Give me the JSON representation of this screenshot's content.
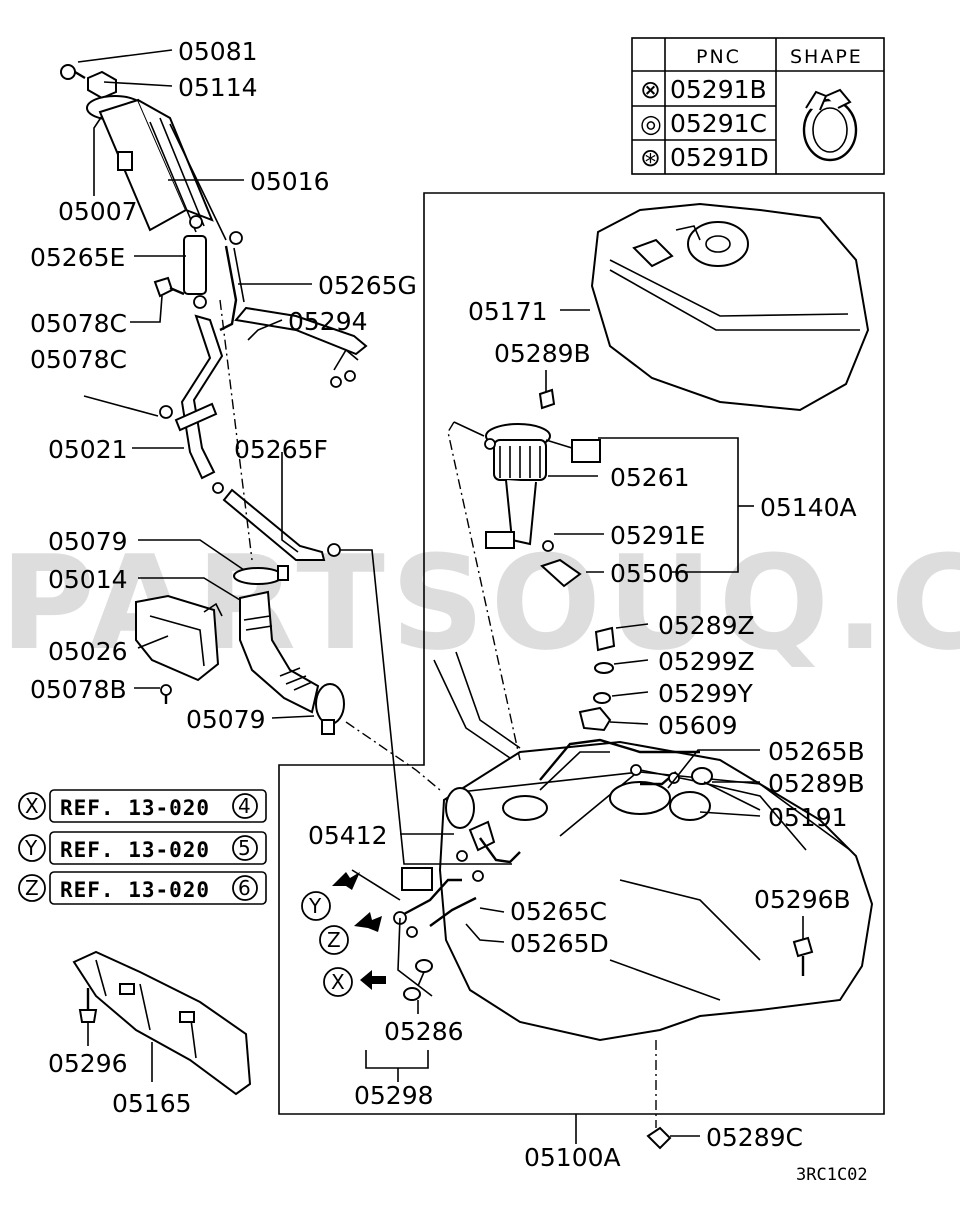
{
  "watermark": "PARTSOUQ.COM",
  "drawing_code": "3RC1C02",
  "shape_table": {
    "header_pnc": "PNC",
    "header_shape": "SHAPE",
    "rows": [
      {
        "symbol": "⊗",
        "pnc": "05291B"
      },
      {
        "symbol": "◎",
        "pnc": "05291C"
      },
      {
        "symbol": "⊛",
        "pnc": "05291D"
      }
    ]
  },
  "refs": [
    {
      "letter": "X",
      "text": "REF. 13-020",
      "num": "4"
    },
    {
      "letter": "Y",
      "text": "REF. 13-020",
      "num": "5"
    },
    {
      "letter": "Z",
      "text": "REF. 13-020",
      "num": "6"
    }
  ],
  "arrow_letters": [
    "Y",
    "Z",
    "X"
  ],
  "labels": {
    "l05081": "05081",
    "l05114": "05114",
    "l05007": "05007",
    "l05016": "05016",
    "l05265E": "05265E",
    "l05265G": "05265G",
    "l05078C_a": "05078C",
    "l05294": "05294",
    "l05078C_b": "05078C",
    "l05021": "05021",
    "l05265F": "05265F",
    "l05079_a": "05079",
    "l05014": "05014",
    "l05026": "05026",
    "l05078B": "05078B",
    "l05079_b": "05079",
    "l05171": "05171",
    "l05289B_a": "05289B",
    "l05261": "05261",
    "l05140A": "05140A",
    "l05291E": "05291E",
    "l05506": "05506",
    "l05289Z": "05289Z",
    "l05299Z": "05299Z",
    "l05299Y": "05299Y",
    "l05609": "05609",
    "l05265B": "05265B",
    "l05289B_b": "05289B",
    "l05191": "05191",
    "l05412": "05412",
    "l05296B": "05296B",
    "l05265C": "05265C",
    "l05265D": "05265D",
    "l05286": "05286",
    "l05298": "05298",
    "l05296": "05296",
    "l05165": "05165",
    "l05100A": "05100A",
    "l05289C": "05289C"
  }
}
